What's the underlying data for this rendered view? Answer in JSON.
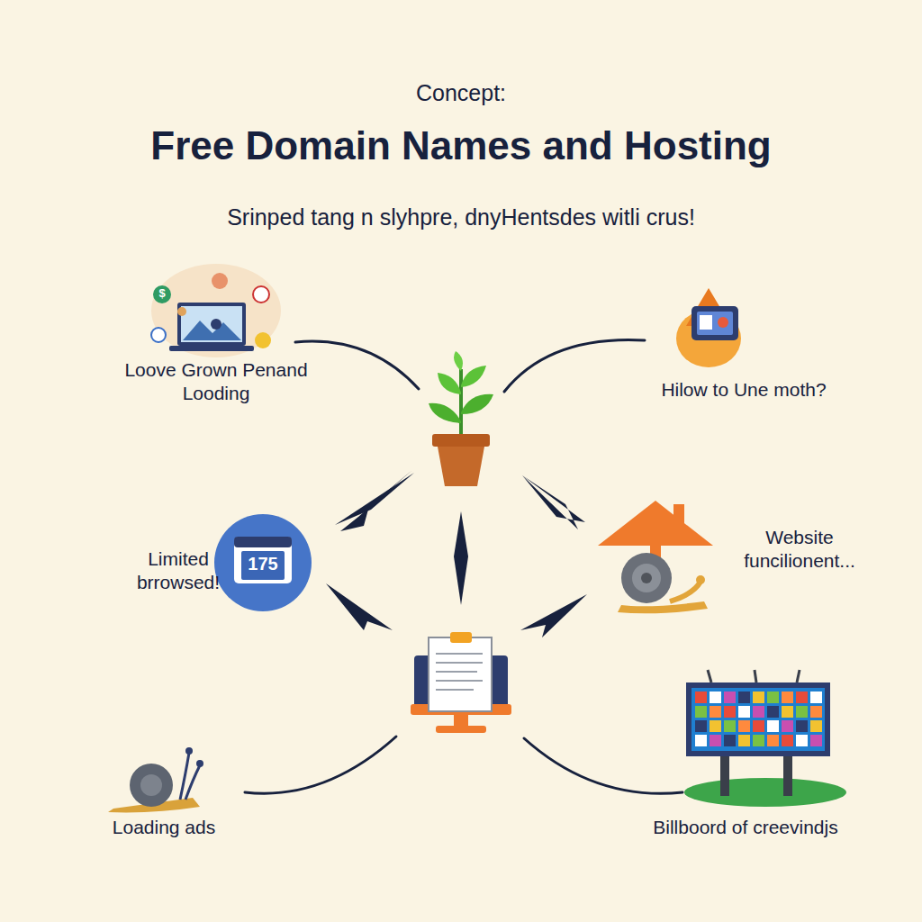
{
  "diagram": {
    "title": "Free Domain Names and Hosting",
    "labels": [
      "Concept:",
      "Srinped tang n slyhpre, dnyHentsdes witli crus!",
      "Loove Grown Penand Looding",
      "Hilow to Une moth?",
      "Limited brrowsed!",
      "175",
      "Website funcilionent...",
      "Loading ads",
      "Billboord of creevindjs",
      "$"
    ]
  }
}
